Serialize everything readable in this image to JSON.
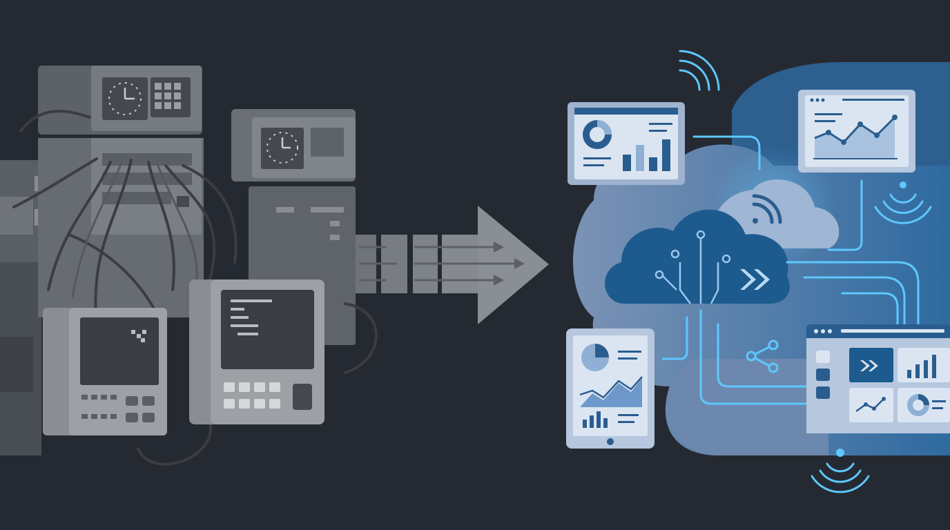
{
  "scene": {
    "left_group": "legacy-hardware",
    "center": "migration-arrow",
    "right_group": "cloud-platform"
  },
  "icons": {
    "legacy": [
      "clock-icon",
      "keypad-icon",
      "terminal-screen-icon",
      "cable-icon"
    ],
    "cloud": [
      "cloud-icon",
      "circuit-icon",
      "fast-forward-icon",
      "wifi-icon",
      "share-icon",
      "line-chart-icon",
      "bar-chart-icon",
      "pie-chart-icon",
      "donut-chart-icon"
    ]
  },
  "colors": {
    "background": "#252a32",
    "legacy_dark": "#4a4e55",
    "legacy_mid": "#6b6f76",
    "legacy_light": "#8a8e94",
    "legacy_screen": "#3a3d43",
    "arrow": "#7e8389",
    "cloud_back": "#6a84a8",
    "cloud_mid": "#8aa3c4",
    "cloud_front": "#1d5a8e",
    "accent_cyan": "#5ec8ff",
    "panel_light": "#dbe5f2",
    "panel_dark_blue": "#2a5d8f"
  }
}
